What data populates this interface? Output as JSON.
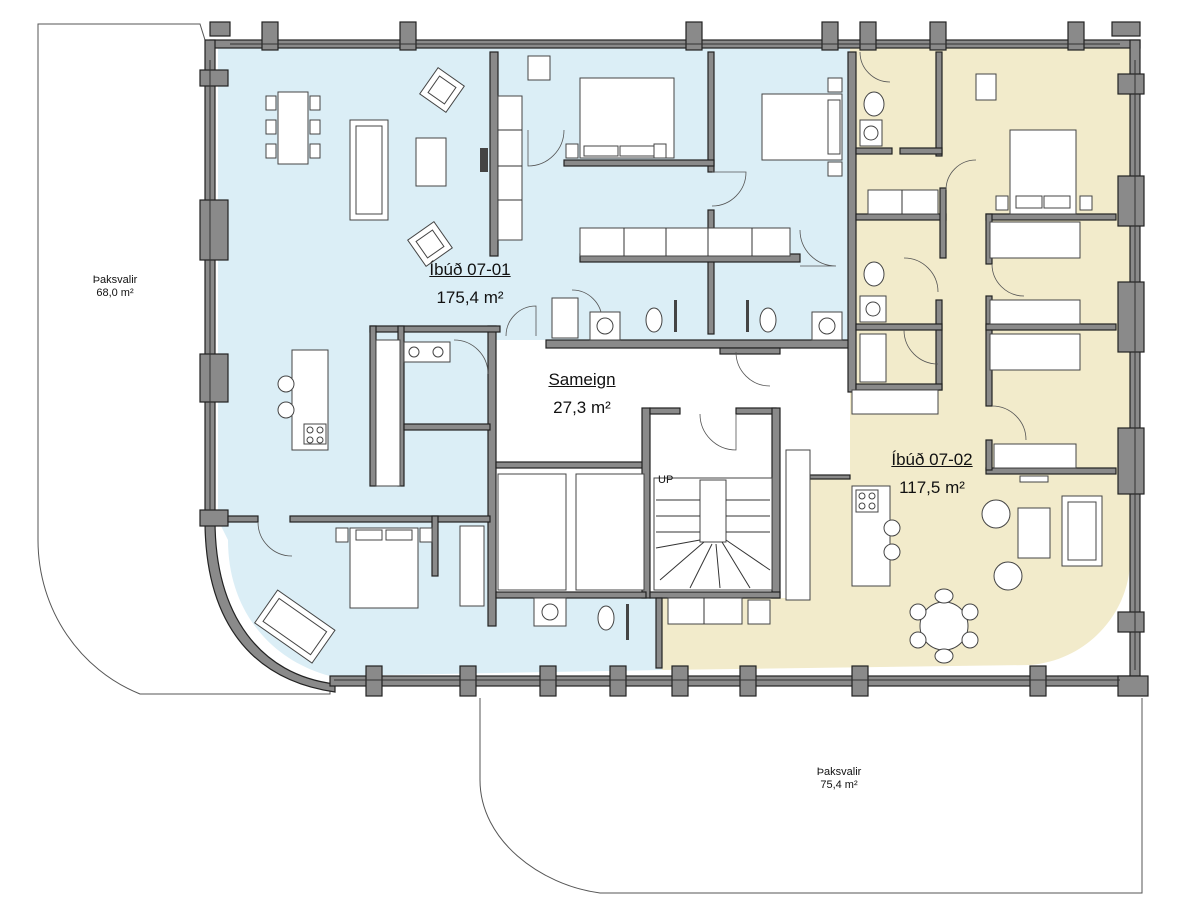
{
  "rooms": {
    "apt1": {
      "name": "Íbúð 07-01",
      "area": "175,4 m²",
      "color": "#dbeef6"
    },
    "apt2": {
      "name": "Íbúð 07-02",
      "area": "117,5 m²",
      "color": "#f2ebcb"
    },
    "common": {
      "name": "Sameign",
      "area": "27,3 m²"
    }
  },
  "terraces": {
    "west": {
      "name": "Þaksvalir",
      "area": "68,0 m²"
    },
    "south": {
      "name": "Þaksvalir",
      "area": "75,4 m²"
    }
  },
  "stair": {
    "label": "UP"
  },
  "colors": {
    "wall": "#7f7f7f",
    "wall_outline": "#222222",
    "furniture": "#444444"
  }
}
